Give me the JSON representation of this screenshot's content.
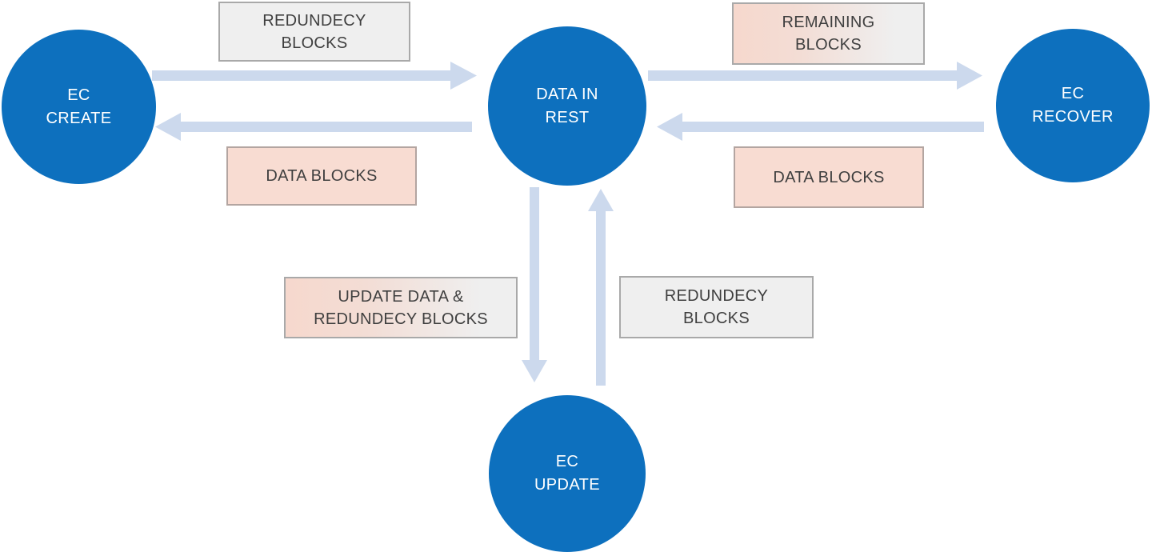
{
  "diagram": {
    "type": "flow-diagram",
    "topic": "Erasure Coding data flow",
    "nodes": [
      {
        "id": "ec-create",
        "label": "EC\nCREATE"
      },
      {
        "id": "data-in-rest",
        "label": "DATA IN\nREST"
      },
      {
        "id": "ec-recover",
        "label": "EC\nRECOVER"
      },
      {
        "id": "ec-update",
        "label": "EC\nUPDATE"
      }
    ],
    "edge_labels": [
      {
        "id": "redundecy-top",
        "text": "REDUNDECY\nBLOCKS",
        "style": "gray",
        "edge": "ec-create -> data-in-rest"
      },
      {
        "id": "remaining",
        "text": "REMAINING\nBLOCKS",
        "style": "gradient",
        "edge": "data-in-rest -> ec-recover"
      },
      {
        "id": "data-blocks-left",
        "text": "DATA BLOCKS",
        "style": "pink",
        "edge": "data-in-rest -> ec-create"
      },
      {
        "id": "data-blocks-right",
        "text": "DATA BLOCKS",
        "style": "pink",
        "edge": "ec-recover -> data-in-rest"
      },
      {
        "id": "update-data",
        "text": "UPDATE DATA &\nREDUNDECY BLOCKS",
        "style": "gradient",
        "edge": "data-in-rest -> ec-update"
      },
      {
        "id": "redundecy-bottom",
        "text": "REDUNDECY\nBLOCKS",
        "style": "gray",
        "edge": "ec-update -> data-in-rest"
      }
    ],
    "arrows": [
      {
        "id": "arrow-create-to-rest",
        "direction": "right"
      },
      {
        "id": "arrow-rest-to-create",
        "direction": "left"
      },
      {
        "id": "arrow-rest-to-recover",
        "direction": "right"
      },
      {
        "id": "arrow-recover-to-rest",
        "direction": "left"
      },
      {
        "id": "arrow-rest-to-update",
        "direction": "down"
      },
      {
        "id": "arrow-update-to-rest",
        "direction": "up"
      }
    ],
    "colors": {
      "node_fill": "#0d70be",
      "node_text": "#ffffff",
      "arrow": "#ccd9ed",
      "box_gray_fill": "#efefef",
      "box_pink_fill": "#f8dcd2",
      "box_gradient_from": "#f6d8cd",
      "box_gradient_to": "#efefef",
      "box_border_gray": "#a9a9a9",
      "box_border_pink": "#b3a5a1",
      "box_text": "#3f3f3f",
      "background": "#ffffff"
    }
  }
}
